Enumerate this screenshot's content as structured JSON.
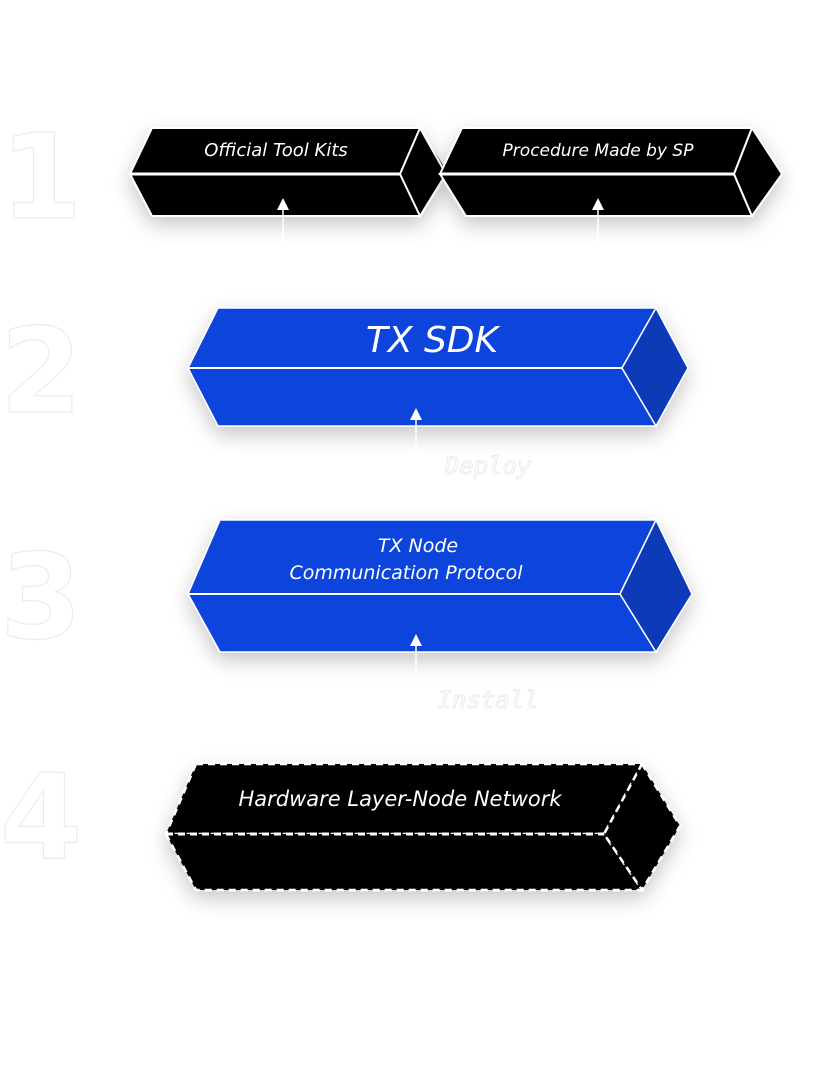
{
  "layers": {
    "l1": {
      "number": "1",
      "left_box": "Official Tool Kits",
      "right_box": "Procedure Made by SP"
    },
    "l2": {
      "number": "2",
      "box": "TX SDK"
    },
    "l3": {
      "number": "3",
      "box_line1": "TX Node",
      "box_line2": "Communication Protocol"
    },
    "l4": {
      "number": "4",
      "box": "Hardware Layer-Node Network"
    }
  },
  "connectors": {
    "deploy": "Deploy",
    "install": "Install"
  },
  "colors": {
    "black_box": "#050505",
    "blue_box": "#0d45dc",
    "blue_box_side": "#0a3ab8",
    "arrow": "#ffffff"
  }
}
